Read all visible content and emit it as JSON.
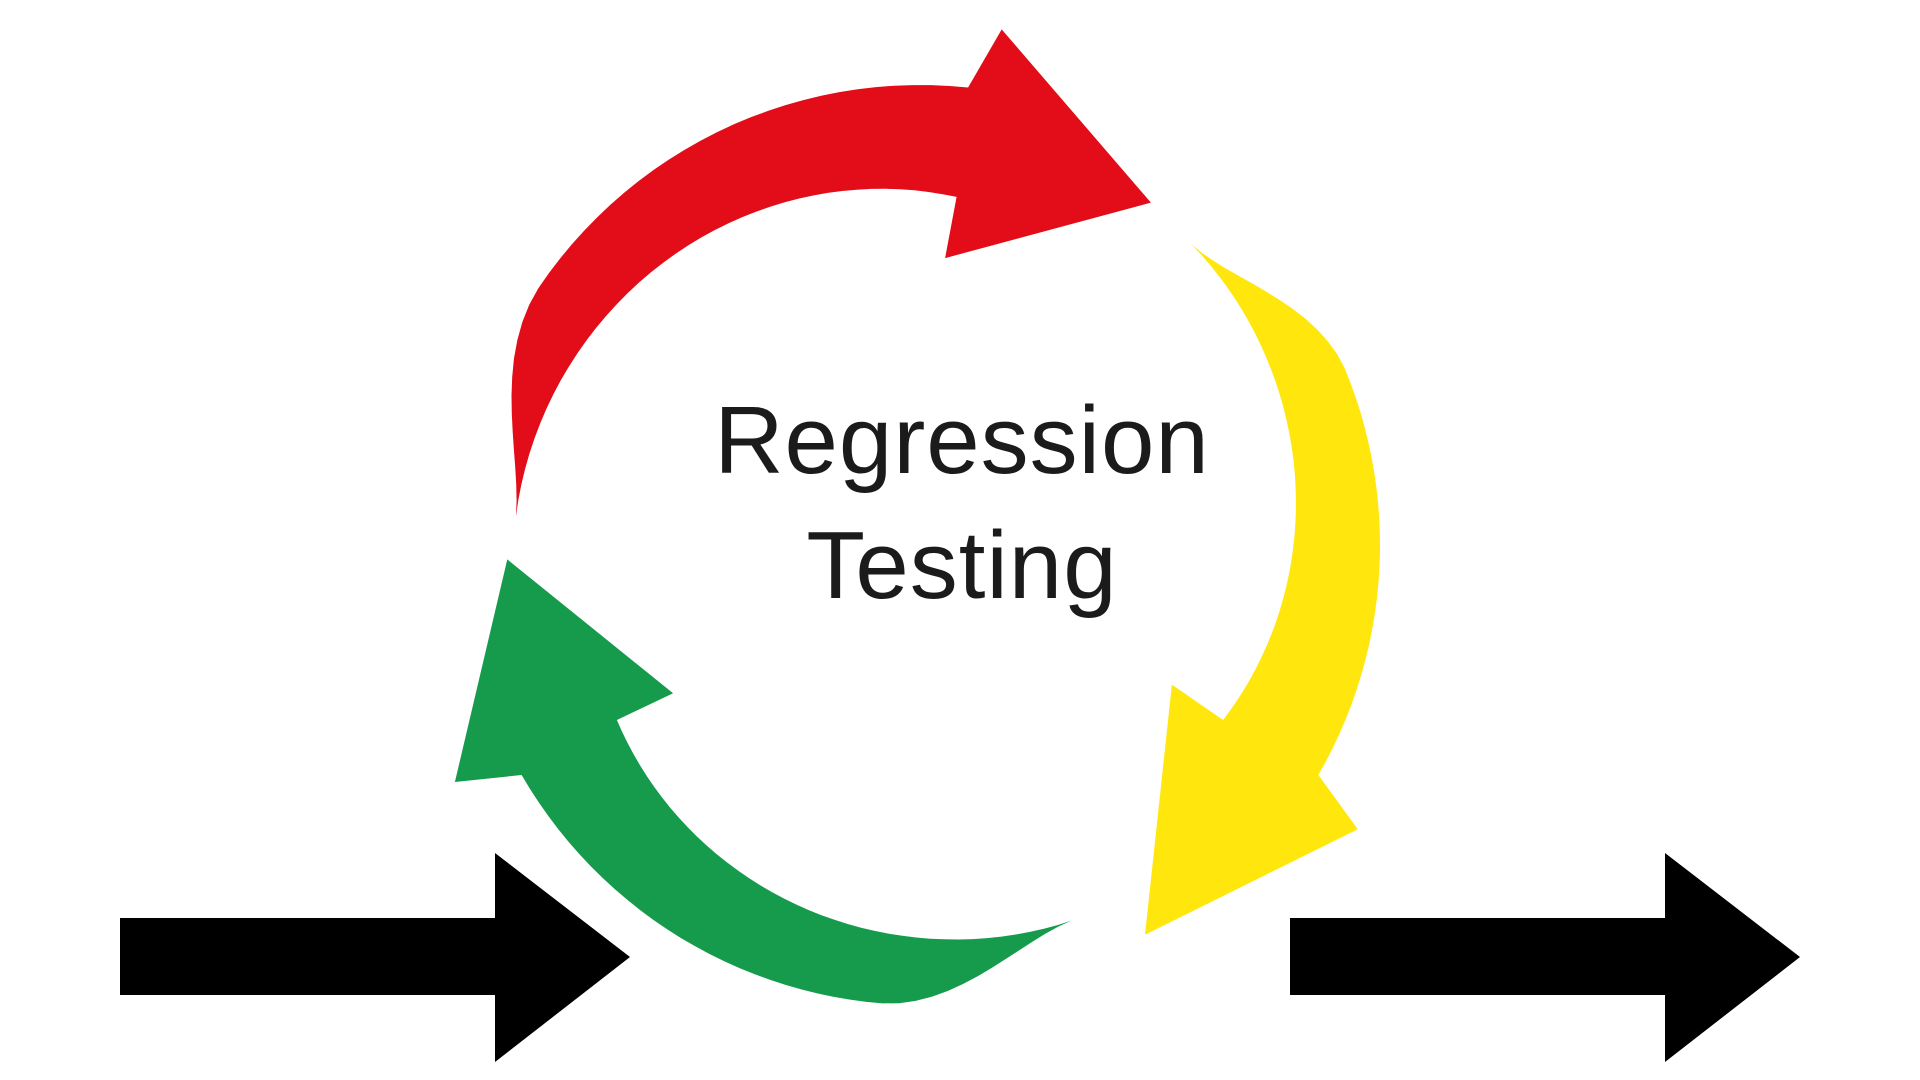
{
  "page": {
    "background_color": "#FFFFFF"
  },
  "diagram": {
    "title": {
      "lines": [
        "Regression",
        "Testing"
      ],
      "color": "#1B1B1B"
    },
    "cycle": {
      "description": "circular cycle of three curved arrows, clockwise",
      "direction": "clockwise",
      "arrows": [
        {
          "name": "red-cycle-arrow",
          "position": "top",
          "color": "#E20D18",
          "tail_bearing": 274,
          "head_base_bearing": 366,
          "tip_bearing": 394,
          "tip_radius": 413
        },
        {
          "name": "yellow-cycle-arrow",
          "position": "right",
          "color": "#FFE70D",
          "tail_bearing": 42,
          "head_base_bearing": 120,
          "tip_bearing": 150,
          "tip_radius": 450
        },
        {
          "name": "green-cycle-arrow",
          "position": "bottom-left",
          "color": "#169B4D",
          "tail_bearing": 158,
          "head_base_bearing": 240,
          "tip_bearing": 268,
          "tip_radius": 413
        }
      ]
    },
    "flow_arrows": [
      {
        "name": "input-arrow",
        "side": "left",
        "color": "#000000"
      },
      {
        "name": "output-arrow",
        "side": "right",
        "color": "#000000"
      }
    ]
  }
}
